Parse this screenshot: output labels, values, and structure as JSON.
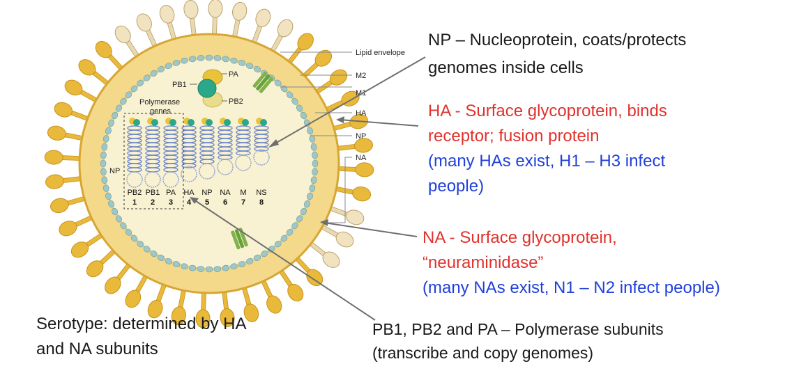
{
  "diagram_labels": {
    "lipid_envelope": "Lipid envelope",
    "m2": "M2",
    "m1": "M1",
    "ha": "HA",
    "np": "NP",
    "na": "NA",
    "pa": "PA",
    "pb1": "PB1",
    "pb2": "PB2",
    "polymerase_genes": [
      "Polymerase",
      "genes"
    ],
    "np_left": "NP"
  },
  "segments": [
    {
      "name": "PB2",
      "num": "1"
    },
    {
      "name": "PB1",
      "num": "2"
    },
    {
      "name": "PA",
      "num": "3"
    },
    {
      "name": "HA",
      "num": "4"
    },
    {
      "name": "NP",
      "num": "5"
    },
    {
      "name": "NA",
      "num": "6"
    },
    {
      "name": "M",
      "num": "7"
    },
    {
      "name": "NS",
      "num": "8"
    }
  ],
  "annotations": {
    "np": {
      "line1": "NP – Nucleoprotein, coats/protects",
      "line2": "genomes inside cells"
    },
    "ha": {
      "line1": "HA - Surface glycoprotein, binds",
      "line2": "receptor; fusion protein",
      "line3": "(many HAs exist, H1 – H3 infect",
      "line4": "people)"
    },
    "na": {
      "line1": "NA - Surface glycoprotein,",
      "line2": "“neuraminidase”",
      "line3": "(many NAs exist, N1 – N2 infect people)"
    },
    "pb": {
      "line1": "PB1, PB2 and PA – Polymerase subunits",
      "line2": "(transcribe and copy genomes)"
    },
    "serotype": {
      "line1": "Serotype: determined by HA",
      "line2": "and NA subunits"
    }
  },
  "colors": {
    "spike": "#e8b93a",
    "spike_dark": "#c8921c",
    "na_spike": "#f1e3c0",
    "core": "#f8f1d2",
    "shell": "#9fc7c7",
    "text_red": "#e0322d",
    "text_blue": "#2140d8"
  }
}
